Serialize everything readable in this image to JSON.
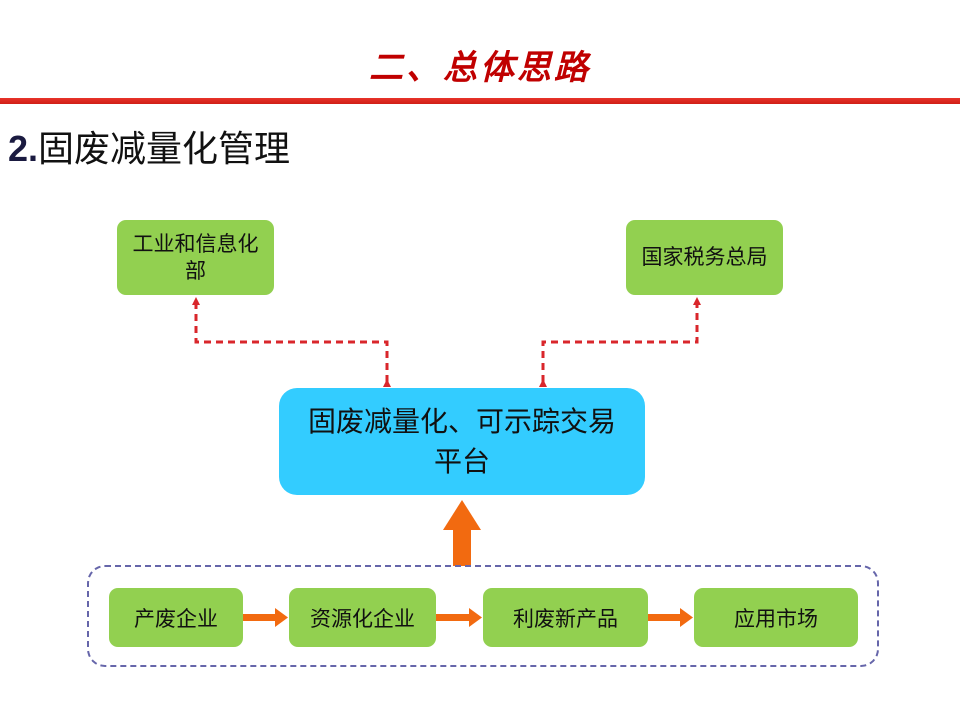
{
  "slide": {
    "title": "二、总体思路",
    "section_number": "2.",
    "section_title": "固废减量化管理"
  },
  "diagram": {
    "top_left_node": "工业和信息化部",
    "top_right_node": "国家税务总局",
    "center_node": "固废减量化、可示踪交易平台",
    "chain": [
      "产废企业",
      "资源化企业",
      "利废新产品",
      "应用市场"
    ]
  },
  "colors": {
    "title": "#c00000",
    "rule": "#e8332a",
    "node_green": "#92d050",
    "platform_blue": "#33ccff",
    "dashed_arrow": "#d9262b",
    "solid_arrow": "#f26a10",
    "frame_dash": "#6666aa"
  }
}
